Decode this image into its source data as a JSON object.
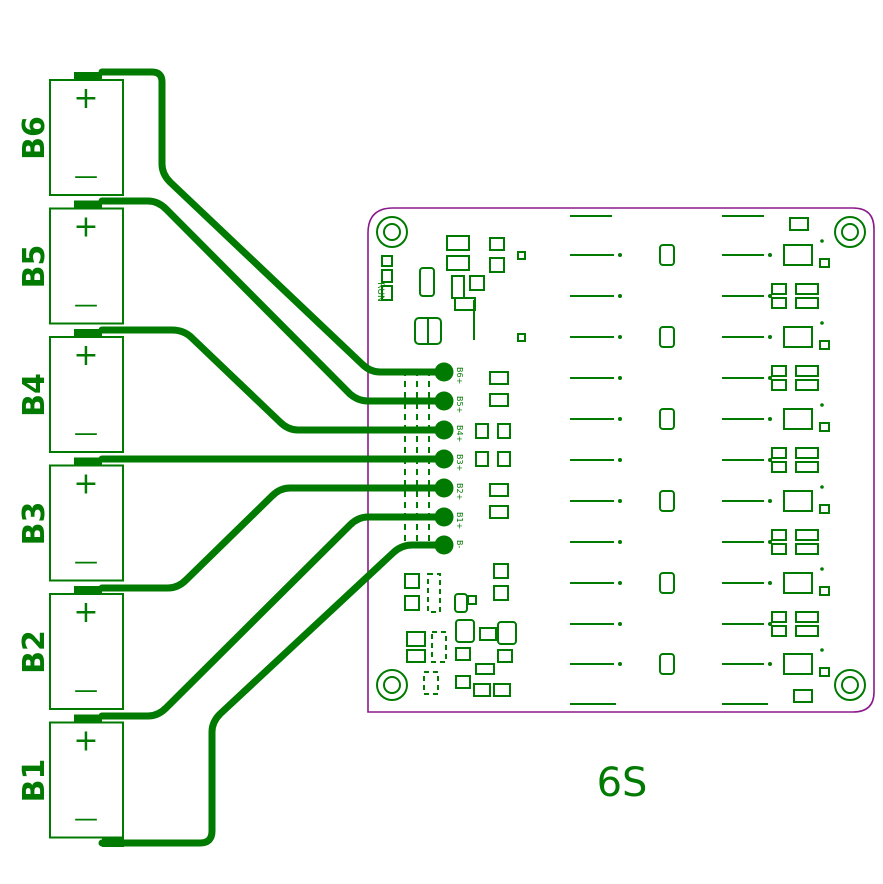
{
  "batteries": [
    {
      "id": "B6",
      "label": "B6",
      "plus": "+",
      "minus": "—"
    },
    {
      "id": "B5",
      "label": "B5",
      "plus": "+",
      "minus": "—"
    },
    {
      "id": "B4",
      "label": "B4",
      "plus": "+",
      "minus": "—"
    },
    {
      "id": "B3",
      "label": "B3",
      "plus": "+",
      "minus": "—"
    },
    {
      "id": "B2",
      "label": "B2",
      "plus": "+",
      "minus": "—"
    },
    {
      "id": "B1",
      "label": "B1",
      "plus": "+",
      "minus": "—"
    }
  ],
  "pads": [
    "B6+",
    "B5+",
    "B4+",
    "B3+",
    "B2+",
    "B1+",
    "B-"
  ],
  "board": {
    "run_label": "RUN",
    "cell_count_label": "6S"
  },
  "colors": {
    "silkscreen": "#007a00",
    "wire": "#007a00",
    "board_outline": "#8a1a8a",
    "background": "#ffffff"
  }
}
